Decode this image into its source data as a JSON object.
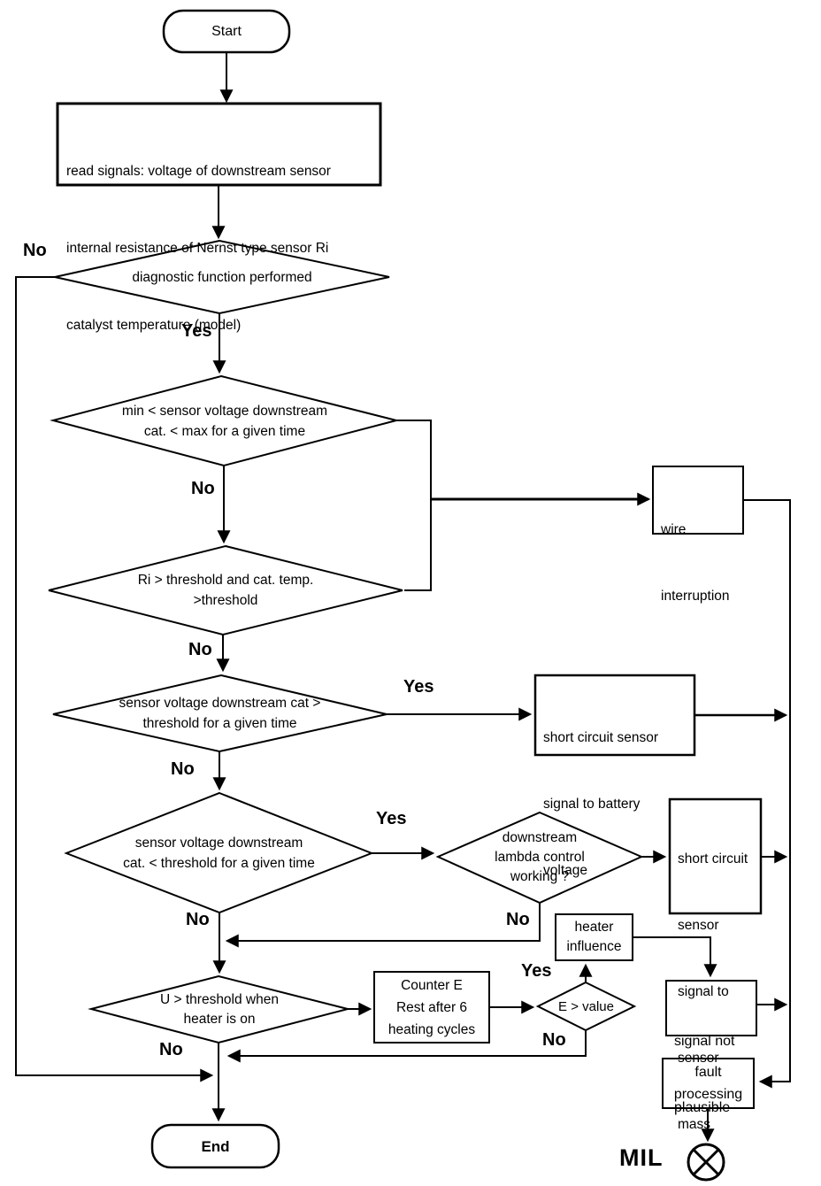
{
  "colors": {
    "line": "#000000",
    "background": "#ffffff"
  },
  "flowchart": {
    "nodes": {
      "start": {
        "label": "Start"
      },
      "read_signals": {
        "lines": [
          "read signals: voltage of downstream sensor",
          "internal resistance of Nernst type sensor Ri",
          "catalyst temperature (model)"
        ]
      },
      "diagnostic_performed": {
        "lines": [
          "diagnostic function performed"
        ]
      },
      "voltage_in_range": {
        "lines": [
          "min < sensor voltage downstream",
          "cat. < max for a given time"
        ]
      },
      "wire_interruption": {
        "lines": [
          "wire",
          "interruption"
        ]
      },
      "ri_threshold": {
        "lines": [
          "Ri  > threshold and cat. temp.",
          ">threshold"
        ]
      },
      "voltage_above_threshold": {
        "lines": [
          "sensor voltage downstream cat >",
          "threshold for a given time"
        ]
      },
      "short_circuit_battery": {
        "lines": [
          "short circuit sensor",
          "signal to battery",
          "voltage"
        ]
      },
      "voltage_below_threshold": {
        "lines": [
          "sensor voltage downstream",
          "cat. < threshold for a given time"
        ]
      },
      "lambda_control_working": {
        "lines": [
          "downstream",
          "lambda control",
          "working ?"
        ]
      },
      "short_circuit_mass": {
        "lines": [
          "short circuit",
          "sensor",
          "signal to",
          "sensor",
          "mass"
        ]
      },
      "heater_influence": {
        "lines": [
          "heater",
          "influence"
        ]
      },
      "u_threshold_heater": {
        "lines": [
          "U > threshold when",
          "heater is on"
        ]
      },
      "counter_e": {
        "lines": [
          "Counter E",
          "Rest after 6",
          "heating cycles"
        ]
      },
      "e_greater_value": {
        "lines": [
          "E > value"
        ]
      },
      "signal_not_plausible": {
        "lines": [
          "signal not",
          "plausible"
        ]
      },
      "fault_processing": {
        "lines": [
          "fault",
          "processing"
        ]
      },
      "end": {
        "label": "End"
      },
      "mil": {
        "label": "MIL"
      }
    },
    "branch_labels": {
      "diagnostic_no": "No",
      "diagnostic_yes": "Yes",
      "range_no": "No",
      "ri_no": "No",
      "above_yes": "Yes",
      "above_no": "No",
      "below_yes": "Yes",
      "below_no": "No",
      "lambda_no": "No",
      "evalue_yes": "Yes",
      "evalue_no": "No",
      "u_no": "No"
    }
  }
}
